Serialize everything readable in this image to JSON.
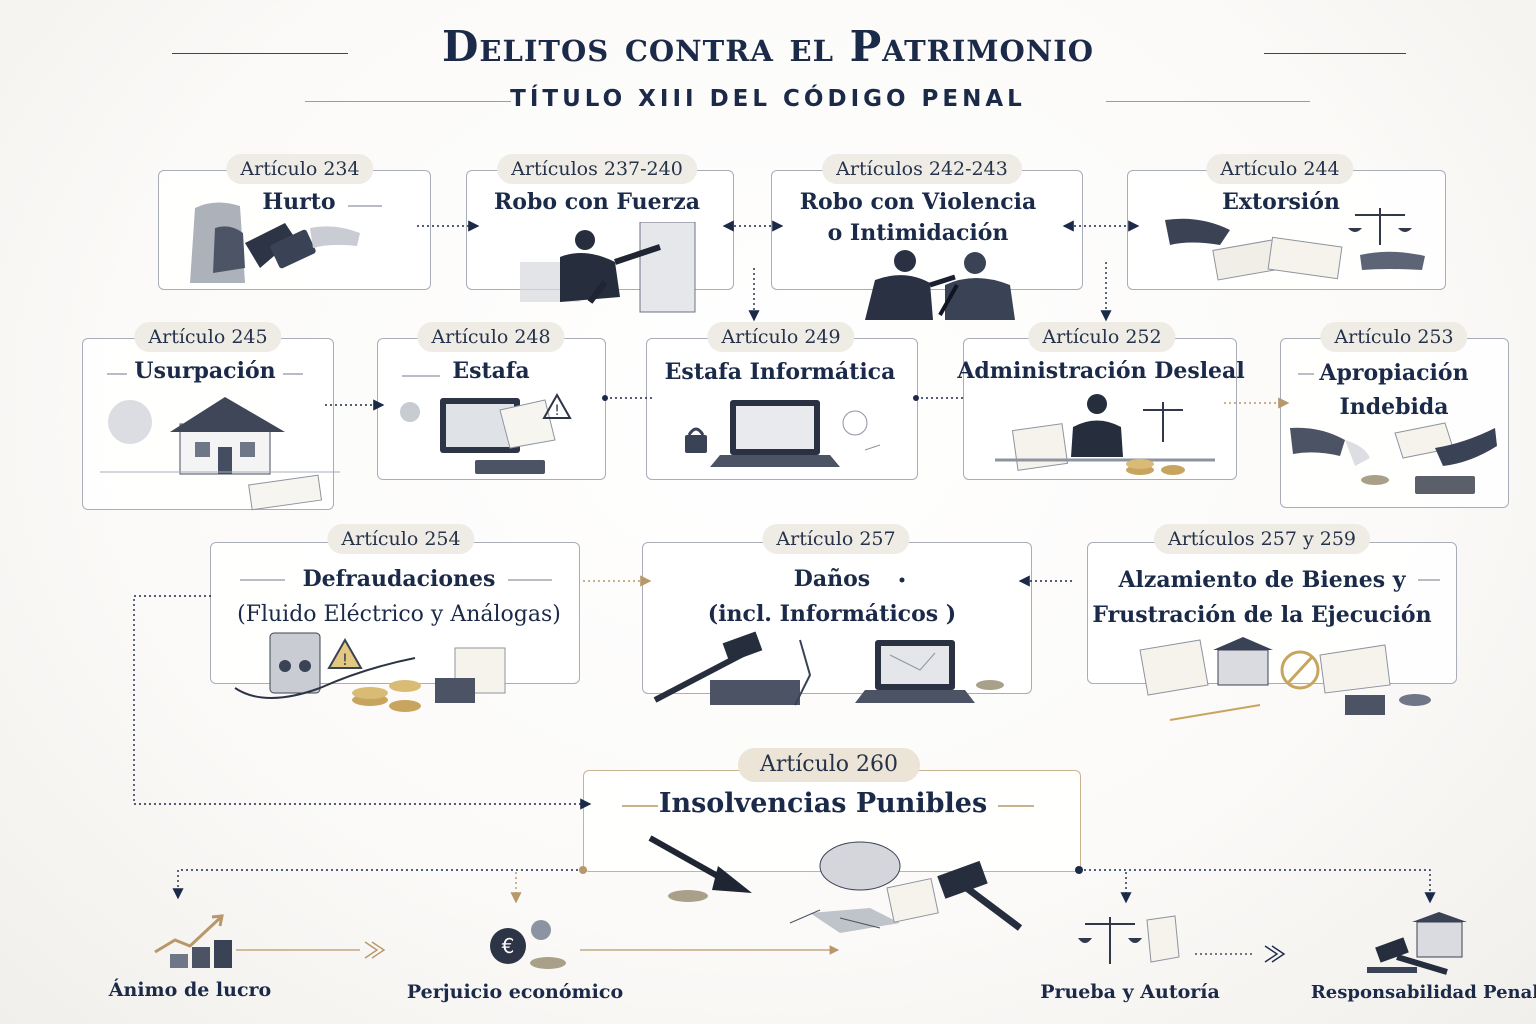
{
  "header": {
    "title": "Delitos contra el Patrimonio",
    "subtitle": "TÍTULO XIII DEL CÓDIGO PENAL"
  },
  "articles": [
    {
      "ref": "Artículo 234",
      "name": "Hurto",
      "name2": ""
    },
    {
      "ref": "Artículos 237-240",
      "name": "Robo con Fuerza",
      "name2": ""
    },
    {
      "ref": "Artículos 242-243",
      "name": "Robo con Violencia",
      "name2": "o Intimidación"
    },
    {
      "ref": "Artículo 244",
      "name": "Extorsión",
      "name2": ""
    },
    {
      "ref": "Artículo 245",
      "name": "Usurpación",
      "name2": ""
    },
    {
      "ref": "Artículo 248",
      "name": "Estafa",
      "name2": ""
    },
    {
      "ref": "Artículo 249",
      "name": "Estafa Informática",
      "name2": ""
    },
    {
      "ref": "Artículo 252",
      "name": "Administración Desleal",
      "name2": ""
    },
    {
      "ref": "Artículo 253",
      "name": "Apropiación",
      "name2": "Indebida"
    },
    {
      "ref": "Artículo 254",
      "name": "Defraudaciones",
      "name2": "(Fluido Eléctrico y Análogas)"
    },
    {
      "ref": "Artículo 257",
      "name": "Daños",
      "name2": "(incl. Informáticos )"
    },
    {
      "ref": "Artículos 257 y 259",
      "name": "Alzamiento de Bienes y",
      "name2": "Frustración de la Ejecución"
    },
    {
      "ref": "Artículo 260",
      "name": "Insolvencias Punibles",
      "name2": ""
    }
  ],
  "elements": [
    {
      "label": "Ánimo de lucro"
    },
    {
      "label": "Perjuicio económico"
    },
    {
      "label": "Prueba y Autoría"
    },
    {
      "label": "Responsabilidad Penal"
    }
  ],
  "colors": {
    "navy": "#1b2a48",
    "gold": "#b8976a",
    "grey": "#9aa0ab"
  }
}
